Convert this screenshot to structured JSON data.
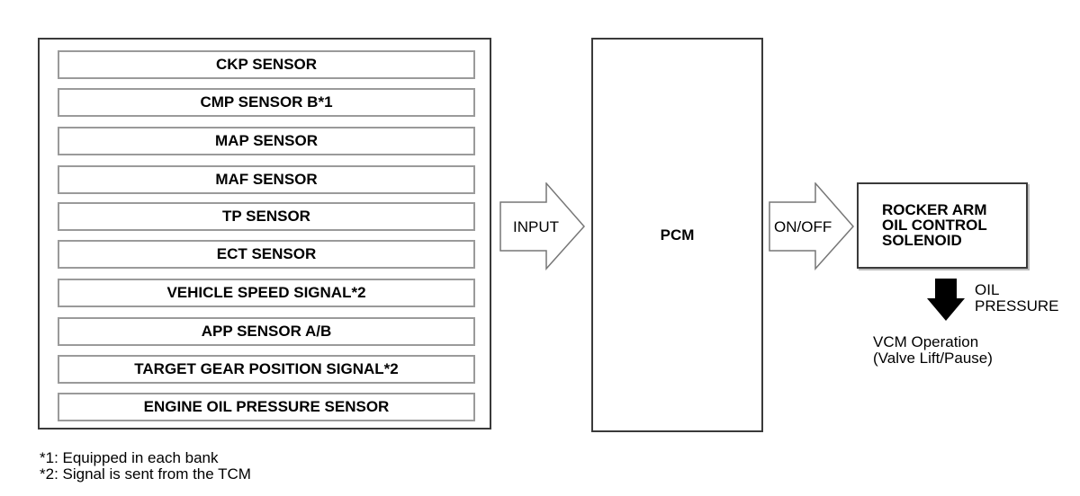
{
  "sensors": [
    "CKP SENSOR",
    "CMP SENSOR B*1",
    "MAP SENSOR",
    "MAF SENSOR",
    "TP SENSOR",
    "ECT SENSOR",
    "VEHICLE SPEED SIGNAL*2",
    "APP SENSOR A/B",
    "TARGET GEAR POSITION SIGNAL*2",
    "ENGINE OIL PRESSURE SENSOR"
  ],
  "input_label": "INPUT",
  "pcm_label": "PCM",
  "onoff_label": "ON/OFF",
  "solenoid": {
    "line1": "ROCKER ARM",
    "line2": "OIL CONTROL",
    "line3": "SOLENOID"
  },
  "oil_pressure": {
    "line1": "OIL",
    "line2": "PRESSURE"
  },
  "vcm": {
    "line1": "VCM Operation",
    "line2": "(Valve Lift/Pause)"
  },
  "footnotes": {
    "note1": "*1: Equipped in each bank",
    "note2": "*2: Signal is sent from the TCM"
  }
}
